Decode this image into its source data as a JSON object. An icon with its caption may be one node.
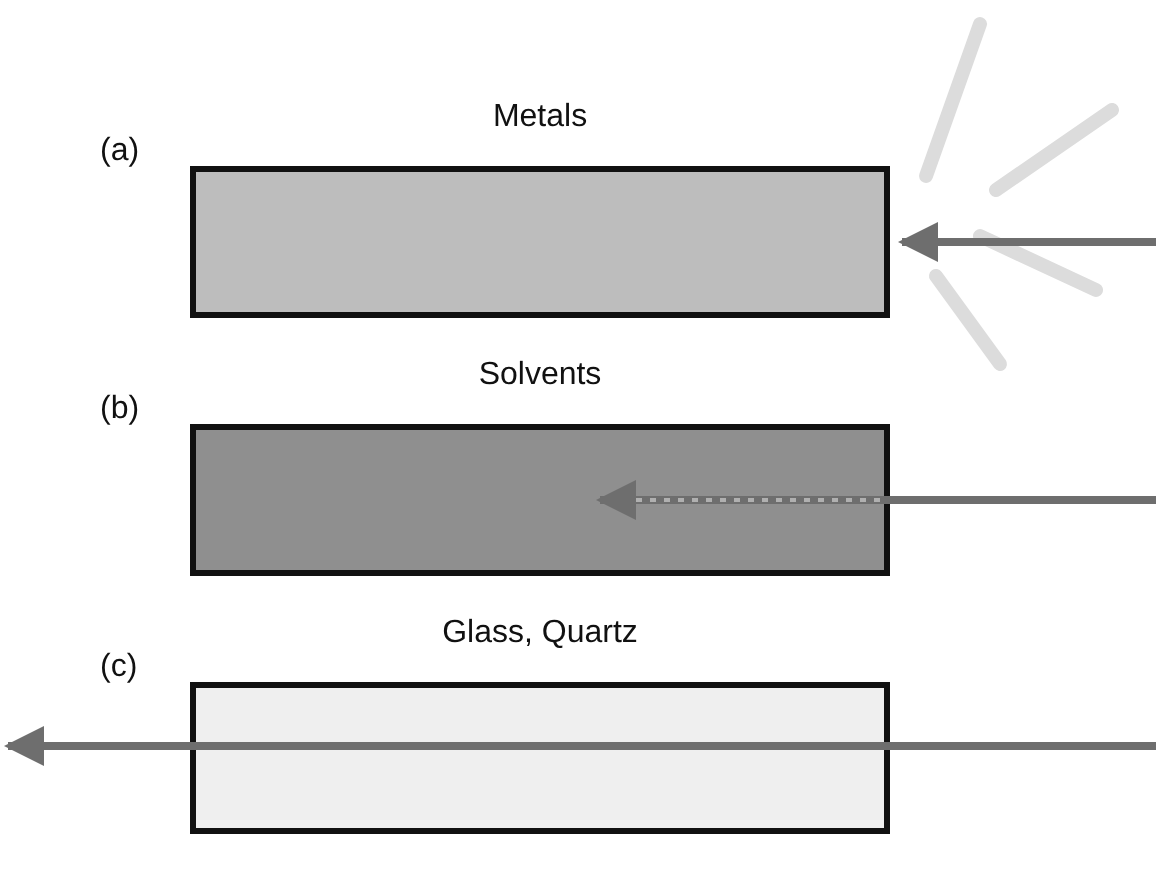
{
  "diagram": {
    "nodes": [
      {
        "text": [
          "Metals"
        ],
        "beside": [
          "(a)"
        ]
      },
      {
        "text": [
          "Solvents"
        ],
        "beside": [
          "(b)"
        ]
      },
      {
        "text": [
          "Glass, Quartz"
        ],
        "beside": [
          "(c)"
        ]
      }
    ],
    "edges": [
      {
        "from": null,
        "to": 0,
        "arrow": "to"
      },
      {
        "from": null,
        "to": 1,
        "arrow": "to"
      },
      {
        "from": null,
        "to": 2,
        "arrow": "none"
      },
      {
        "from": 2,
        "to": null,
        "arrow": "to"
      }
    ]
  }
}
